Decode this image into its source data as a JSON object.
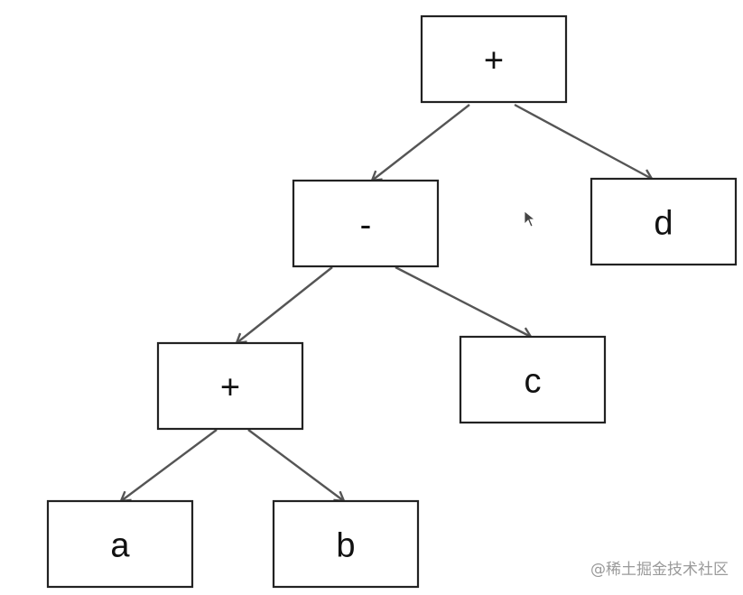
{
  "nodes": [
    {
      "id": "root",
      "label": "+"
    },
    {
      "id": "minus",
      "label": "-"
    },
    {
      "id": "d",
      "label": "d"
    },
    {
      "id": "plus2",
      "label": "+"
    },
    {
      "id": "c",
      "label": "c"
    },
    {
      "id": "a",
      "label": "a"
    },
    {
      "id": "b",
      "label": "b"
    }
  ],
  "edges": [
    {
      "from": "root",
      "to": "minus"
    },
    {
      "from": "root",
      "to": "d"
    },
    {
      "from": "minus",
      "to": "plus2"
    },
    {
      "from": "minus",
      "to": "c"
    },
    {
      "from": "plus2",
      "to": "a"
    },
    {
      "from": "plus2",
      "to": "b"
    }
  ],
  "watermark": "@稀土掘金技术社区",
  "colors": {
    "edge": "#555555",
    "border": "#222222",
    "text": "#111111"
  }
}
